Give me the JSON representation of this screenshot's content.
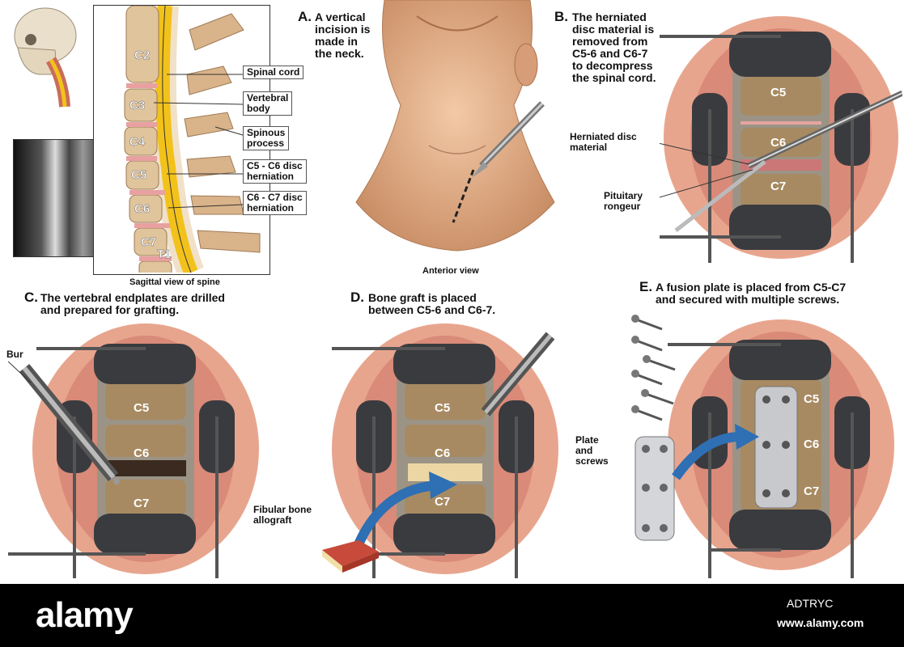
{
  "overview": {
    "vertebra_labels": [
      "C2",
      "C3",
      "C4",
      "C5",
      "C6",
      "C7",
      "T1"
    ],
    "callouts": [
      "Spinal cord",
      "Vertebral\nbody",
      "Spinous\nprocess",
      "C5 - C6 disc\nherniation",
      "C6 - C7 disc\nherniation"
    ],
    "caption": "Sagittal view of spine"
  },
  "panel_a": {
    "letter": "A.",
    "text": "A vertical\nincision is\nmade in\nthe neck.",
    "view_label": "Anterior view"
  },
  "panel_b": {
    "letter": "B.",
    "text": "The herniated\ndisc material is\nremoved from\nC5-6 and C6-7\nto decompress\nthe spinal cord.",
    "labels": [
      "Herniated disc\nmaterial",
      "Pituitary\nrongeur"
    ],
    "levels": [
      "C5",
      "C6",
      "C7"
    ]
  },
  "panel_c": {
    "letter": "C.",
    "text": "The vertebral endplates are drilled\nand prepared for grafting.",
    "labels": [
      "Bur"
    ],
    "levels": [
      "C5",
      "C6",
      "C7"
    ]
  },
  "panel_d": {
    "letter": "D.",
    "text": "Bone graft is placed\nbetween C5-6 and C6-7.",
    "labels": [
      "Fibular bone\nallograft"
    ],
    "levels": [
      "C5",
      "C6",
      "C7"
    ]
  },
  "panel_e": {
    "letter": "E.",
    "text": "A fusion plate is placed from C5-C7\nand secured with multiple screws.",
    "labels": [
      "Plate\nand\nscrews"
    ],
    "levels": [
      "C5",
      "C6",
      "C7"
    ]
  },
  "footer": {
    "brand": "alamy",
    "image_id": "ADTRYC",
    "site": "www.alamy.com"
  },
  "colors": {
    "tissue": "#e8a58e",
    "retractor": "#3a3b3f",
    "cord": "#f2c21b",
    "bone": "#d9c2a0",
    "arrow": "#2f6fb3",
    "footer_bg": "#000000"
  }
}
